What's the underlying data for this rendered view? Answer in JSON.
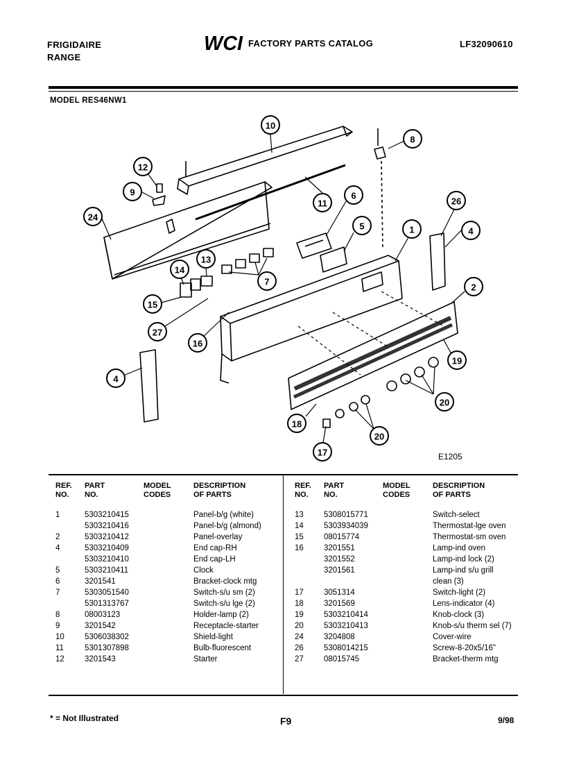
{
  "header": {
    "brand": "FRIGIDAIRE",
    "product": "RANGE",
    "logo_text": "WCI",
    "catalog_title": "FACTORY PARTS CATALOG",
    "catalog_number": "LF32090610",
    "model_label": "MODEL RES46NW1"
  },
  "diagram": {
    "figure_code": "E1205",
    "callouts": [
      "10",
      "8",
      "12",
      "9",
      "11",
      "6",
      "24",
      "26",
      "5",
      "1",
      "4",
      "13",
      "14",
      "7",
      "15",
      "2",
      "27",
      "16",
      "19",
      "4",
      "20",
      "18",
      "20",
      "17"
    ]
  },
  "table_headers": {
    "ref_no": [
      "REF.",
      "NO."
    ],
    "part_no": [
      "PART",
      "NO."
    ],
    "model_codes": [
      "MODEL",
      "CODES"
    ],
    "description": [
      "DESCRIPTION",
      "OF PARTS"
    ]
  },
  "parts_left": [
    {
      "ref": "1",
      "part": "5303210415",
      "desc": "Panel-b/g (white)"
    },
    {
      "ref": "",
      "part": "5303210416",
      "desc": "Panel-b/g (almond)"
    },
    {
      "ref": "2",
      "part": "5303210412",
      "desc": "Panel-overlay"
    },
    {
      "ref": "4",
      "part": "5303210409",
      "desc": "End cap-RH"
    },
    {
      "ref": "",
      "part": "5303210410",
      "desc": "End cap-LH"
    },
    {
      "ref": "5",
      "part": "5303210411",
      "desc": "Clock"
    },
    {
      "ref": "6",
      "part": "3201541",
      "desc": "Bracket-clock mtg"
    },
    {
      "ref": "7",
      "part": "5303051540",
      "desc": "Switch-s/u sm (2)"
    },
    {
      "ref": "",
      "part": "5301313767",
      "desc": "Switch-s/u lge (2)"
    },
    {
      "ref": "8",
      "part": "08003123",
      "desc": "Holder-lamp (2)"
    },
    {
      "ref": "9",
      "part": "3201542",
      "desc": "Receptacle-starter"
    },
    {
      "ref": "10",
      "part": "5306038302",
      "desc": "Shield-light"
    },
    {
      "ref": "11",
      "part": "5301307898",
      "desc": "Bulb-fluorescent"
    },
    {
      "ref": "12",
      "part": "3201543",
      "desc": "Starter"
    }
  ],
  "parts_right": [
    {
      "ref": "13",
      "part": "5308015771",
      "desc": "Switch-select"
    },
    {
      "ref": "14",
      "part": "5303934039",
      "desc": "Thermostat-lge oven"
    },
    {
      "ref": "15",
      "part": "08015774",
      "desc": "Thermostat-sm oven"
    },
    {
      "ref": "16",
      "part": "3201551",
      "desc": "Lamp-ind oven"
    },
    {
      "ref": "",
      "part": "3201552",
      "desc": "Lamp-ind lock (2)"
    },
    {
      "ref": "",
      "part": "3201561",
      "desc": "Lamp-ind s/u grill"
    },
    {
      "ref": "",
      "part": "",
      "desc": "clean (3)"
    },
    {
      "ref": "17",
      "part": "3051314",
      "desc": "Switch-light (2)"
    },
    {
      "ref": "18",
      "part": "3201569",
      "desc": "Lens-indicator (4)"
    },
    {
      "ref": "19",
      "part": "5303210414",
      "desc": "Knob-clock (3)"
    },
    {
      "ref": "20",
      "part": "5303210413",
      "desc": "Knob-s/u therm sel (7)"
    },
    {
      "ref": "24",
      "part": "3204808",
      "desc": "Cover-wire"
    },
    {
      "ref": "26",
      "part": "5308014215",
      "desc": "Screw-8-20x5/16\""
    },
    {
      "ref": "27",
      "part": "08015745",
      "desc": "Bracket-therm mtg"
    }
  ],
  "footer": {
    "note": "* = Not Illustrated",
    "page": "F9",
    "date": "9/98"
  }
}
